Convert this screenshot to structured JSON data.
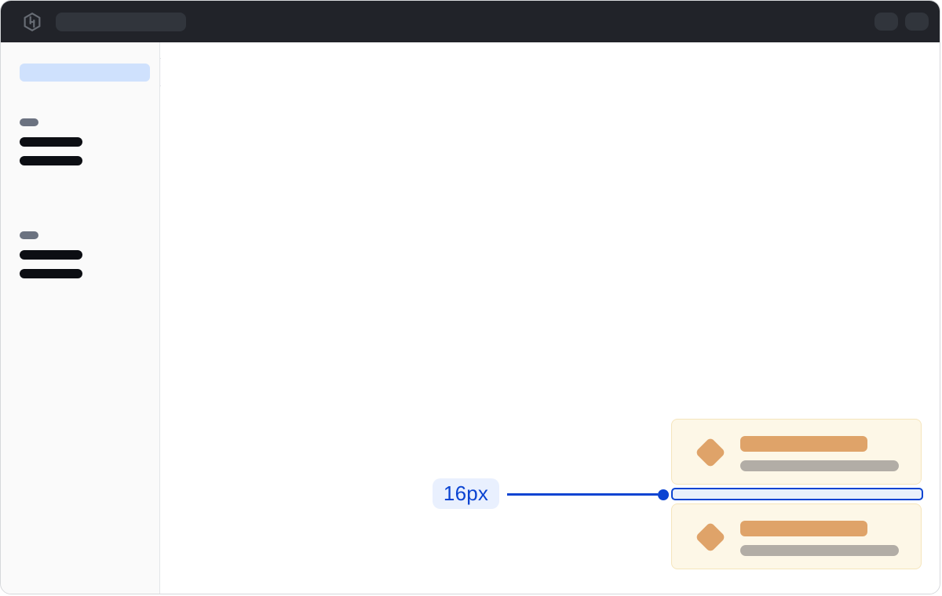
{
  "colors": {
    "frame_border": "#d6d8db",
    "topbar_bg": "#212329",
    "topbar_skeleton": "#31353c",
    "logo_gray": "#676c74",
    "sidebar_bg": "#fafafa",
    "sidebar_border": "#e3e5e8",
    "active_item_blue": "#cfe1fd",
    "section_label_gray": "#6b7280",
    "nav_item_black": "#0c0e13",
    "card_bg": "#fdf7e7",
    "card_border": "#f5e5bc",
    "card_accent_orange": "#dfa369",
    "card_muted_gray": "#b2ada6",
    "annotation_blue": "#0b44d2",
    "annotation_pill_bg": "#e9f0fe",
    "spacing_box_fill": "#e9f0fb"
  },
  "topbar": {
    "logo_icon": "hashicorp-logo",
    "search_skeleton": "search-field-placeholder",
    "action_skeletons": [
      "action-button-placeholder",
      "action-button-placeholder"
    ]
  },
  "sidebar": {
    "active_item": "active-nav-item-placeholder",
    "toggle": "sidenav-collapse-handle",
    "sections": [
      {
        "label": "section-label-placeholder",
        "items": [
          "nav-item-placeholder",
          "nav-item-placeholder"
        ]
      },
      {
        "label": "section-label-placeholder",
        "items": [
          "nav-item-placeholder",
          "nav-item-placeholder"
        ]
      }
    ]
  },
  "cards": [
    {
      "icon": "diamond-icon",
      "title": "title-placeholder",
      "subtitle": "subtitle-placeholder"
    },
    {
      "icon": "diamond-icon",
      "title": "title-placeholder",
      "subtitle": "subtitle-placeholder"
    }
  ],
  "annotation": {
    "label": "16px"
  }
}
